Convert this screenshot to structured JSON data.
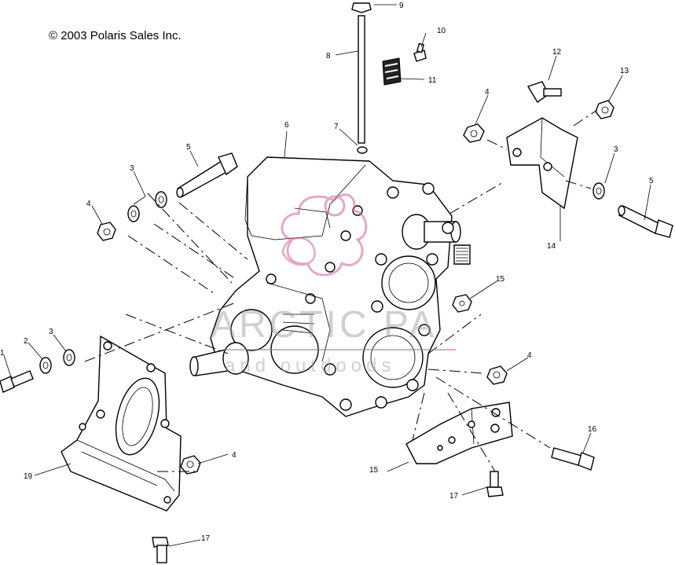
{
  "copyright": "© 2003 Polaris Sales Inc.",
  "watermark": {
    "main": "ARCTIC PA",
    "sub": "and outdoods",
    "color": "#d0609a"
  },
  "callouts": {
    "c1": "1",
    "c2": "2",
    "c3a": "3",
    "c3b": "3",
    "c3c": "3",
    "c4a": "4",
    "c4b": "4",
    "c4c": "4",
    "c4d": "4",
    "c5a": "5",
    "c5b": "5",
    "c6": "6",
    "c7": "7",
    "c8": "8",
    "c9": "9",
    "c10": "10",
    "c11": "11",
    "c12": "12",
    "c13": "13",
    "c14": "14",
    "c15a": "15",
    "c15b": "15",
    "c16": "16",
    "c17a": "17",
    "c17b": "17",
    "c19": "19"
  }
}
